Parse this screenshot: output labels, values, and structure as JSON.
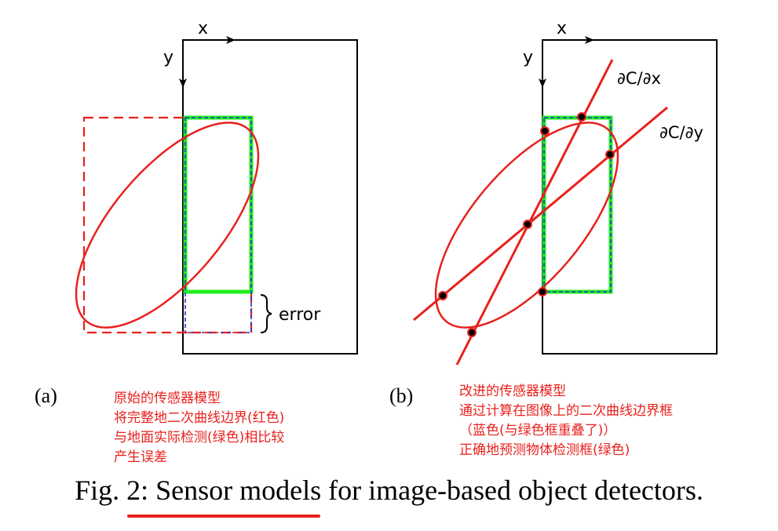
{
  "panel_a": {
    "label": "(a)",
    "x_label": "x",
    "y_label": "y",
    "error_label": "error",
    "note_lines": [
      "原始的传感器模型",
      "将完整地二次曲线边界(红色)",
      "与地面实际检测(绿色)相比较",
      "产生误差"
    ]
  },
  "panel_b": {
    "label": "(b)",
    "x_label": "x",
    "y_label": "y",
    "dcdx_label": "∂C/∂x",
    "dcdy_label": "∂C/∂y",
    "note_lines": [
      "改进的传感器模型",
      "通过计算在图像上的二次曲线边界框",
      "（蓝色(与绿色框重叠了)）",
      "正确地预测物体检测框(绿色)"
    ]
  },
  "caption": {
    "prefix": "Fig. 2: ",
    "underlined": "Sensor models",
    "suffix": " for image-based object detectors."
  },
  "colors": {
    "red": "#e8211d",
    "green": "#22ee22",
    "blue": "#2233cc",
    "black": "#000000"
  }
}
